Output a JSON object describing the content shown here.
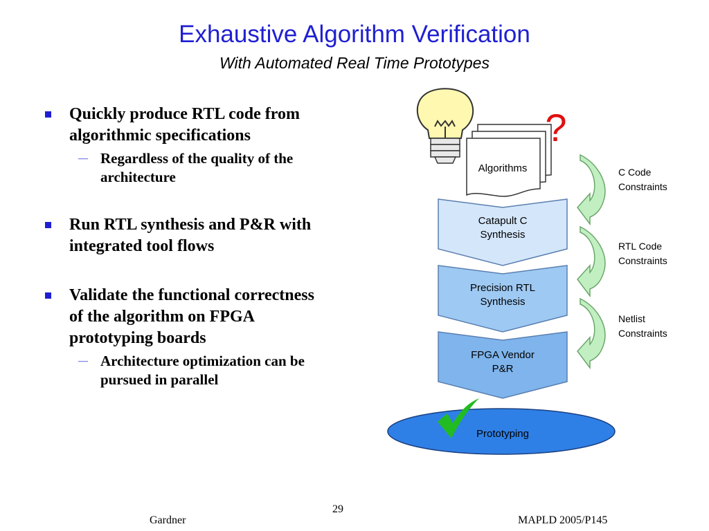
{
  "title": "Exhaustive Algorithm Verification",
  "subtitle": "With Automated Real Time Prototypes",
  "bullets": [
    {
      "text": "Quickly produce RTL code from algorithmic specifications",
      "lines": [
        "Quickly produce RTL code from",
        "algorithmic specifications"
      ],
      "sub": [
        {
          "lines": [
            "Regardless of the quality of the",
            "architecture"
          ]
        }
      ]
    },
    {
      "lines": [
        "Run RTL synthesis and P&R with",
        "integrated tool flows"
      ],
      "sub": []
    },
    {
      "lines": [
        "Validate the functional correctness",
        "of the algorithm on FPGA",
        "prototyping boards"
      ],
      "sub": [
        {
          "lines": [
            "Architecture optimization can be",
            "pursued in parallel"
          ]
        }
      ]
    }
  ],
  "diagram": {
    "question_mark": "?",
    "algorithms_label": "Algorithms",
    "stage1": [
      "Catapult C",
      "Synthesis"
    ],
    "stage2": [
      "Precision RTL",
      "Synthesis"
    ],
    "stage3": [
      "FPGA Vendor",
      "P&R"
    ],
    "prototyping_label": "Prototyping",
    "constraints": [
      [
        "C Code",
        "Constraints"
      ],
      [
        "RTL Code",
        "Constraints"
      ],
      [
        "Netlist",
        "Constraints"
      ]
    ],
    "colors": {
      "stage1": "#d4e6fa",
      "stage2": "#9ec9f3",
      "stage3": "#7fb4ec",
      "ellipse": "#2f80e6",
      "bulb": "#fff8b0",
      "question": "#e01010",
      "check": "#22bb22",
      "arrow": "#c2efc2"
    }
  },
  "footer": {
    "page_number": "29",
    "author": "Gardner",
    "conference": "MAPLD 2005/P145"
  }
}
